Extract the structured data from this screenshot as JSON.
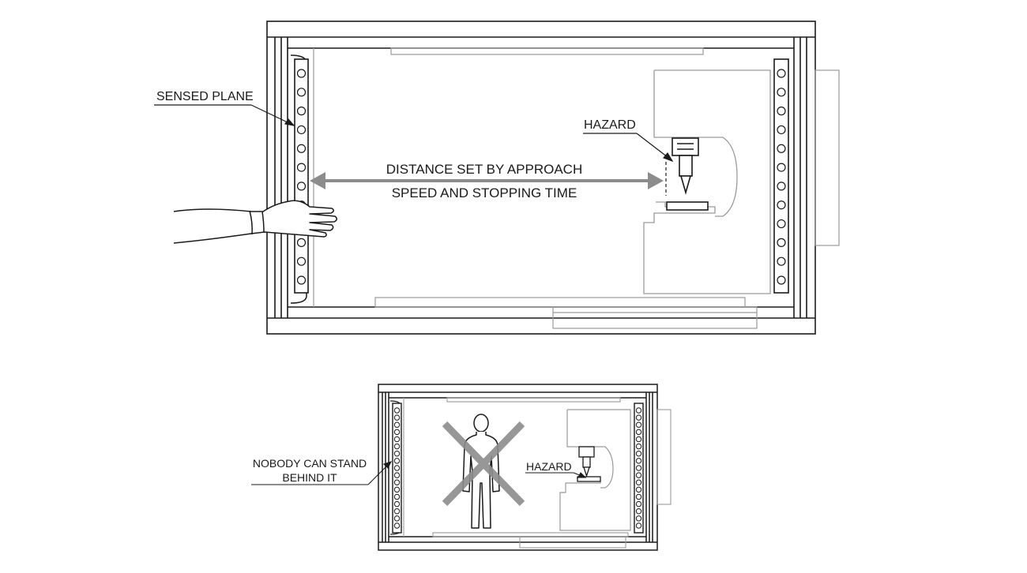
{
  "labels": {
    "sensed_plane": "SENSED PLANE",
    "hazard_top": "HAZARD",
    "distance_line1": "DISTANCE SET BY APPROACH",
    "distance_line2": "SPEED AND STOPPING TIME",
    "nobody_line1": "NOBODY CAN STAND",
    "nobody_line2": "BEHIND IT",
    "hazard_bottom": "HAZARD"
  },
  "colors": {
    "outline": "#1a1a1a",
    "light_outline": "#9a9a9a",
    "arrow": "#8c8c8c",
    "cross": "#8c8c8c"
  },
  "icons": [
    "hand-icon",
    "person-icon",
    "cross-icon",
    "press-machine-icon",
    "light-curtain-icon"
  ]
}
